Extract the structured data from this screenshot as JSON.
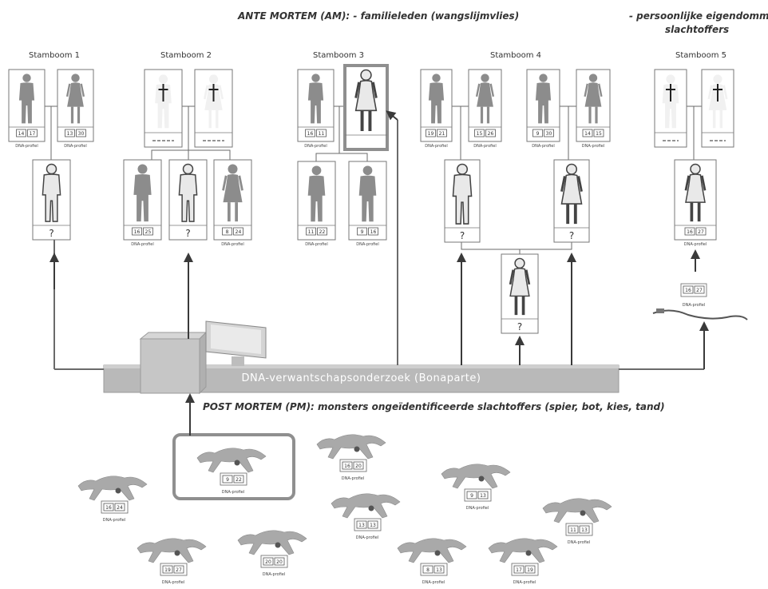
{
  "header": {
    "am_title": "ANTE MORTEM (AM): - familieleden (wangslijmvlies)",
    "personal_line1": "- persoonlijke eigendommen",
    "personal_line2": "slachtoffers"
  },
  "trees": [
    {
      "label": "Stamboom 1"
    },
    {
      "label": "Stamboom 2"
    },
    {
      "label": "Stamboom 3"
    },
    {
      "label": "Stamboom 4"
    },
    {
      "label": "Stamboom 5"
    }
  ],
  "profiles": {
    "t1_father": [
      "14",
      "17"
    ],
    "t1_mother": [
      "13",
      "30"
    ],
    "t2_sib1": [
      "16",
      "25"
    ],
    "t2_sib3": [
      "8",
      "24"
    ],
    "t3_father": [
      "16",
      "11"
    ],
    "t3_child1": [
      "11",
      "22"
    ],
    "t3_child2": [
      "9",
      "16"
    ],
    "t4a_father": [
      "19",
      "21"
    ],
    "t4a_mother": [
      "15",
      "26"
    ],
    "t4b_father": [
      "9",
      "30"
    ],
    "t4b_mother": [
      "14",
      "15"
    ],
    "t5_child": [
      "16",
      "27"
    ],
    "t5_item": [
      "16",
      "27"
    ],
    "pm_v1": [
      "16",
      "24"
    ],
    "pm_v2": [
      "9",
      "22"
    ],
    "pm_v3": [
      "16",
      "20"
    ],
    "pm_v4": [
      "19",
      "27"
    ],
    "pm_v5": [
      "20",
      "20"
    ],
    "pm_v6": [
      "13",
      "13"
    ],
    "pm_v7": [
      "9",
      "13"
    ],
    "pm_v8": [
      "8",
      "13"
    ],
    "pm_v9": [
      "17",
      "19"
    ],
    "pm_v10": [
      "11",
      "13"
    ]
  },
  "dna_label": "DNA-profiel",
  "unknown_mark": "?",
  "bar_label": "DNA-verwantschapsonderzoek (Bonaparte)",
  "pm_title": "POST MORTEM (PM): monsters ongeïdentificeerde slachtoffers (spier, bot, kies, tand)",
  "colors": {
    "bar": "#b9b9b9",
    "person": "#8c8c8c",
    "victim": "#a9a9a9",
    "highlight": "#8f8f8f",
    "arrow": "#3a3a3a"
  }
}
